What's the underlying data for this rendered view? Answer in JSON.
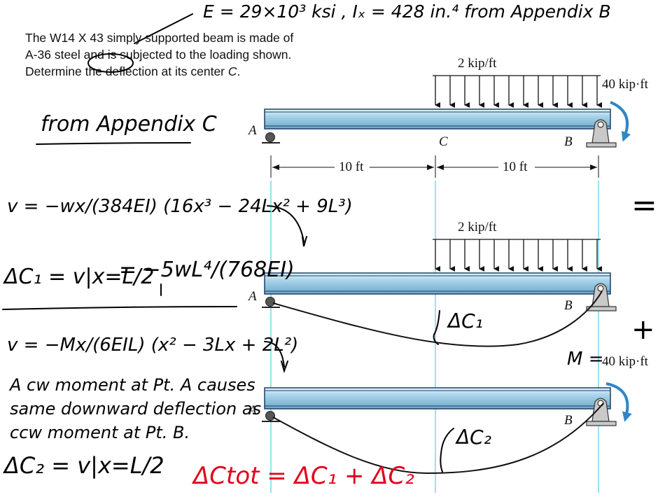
{
  "problem": {
    "line1": "The W14 X 43 simply supported beam is made of",
    "line2": "A-36 steel and is subjected to the loading shown.",
    "line3_prefix": "Determine the deflection at its center ",
    "line3_var": "C",
    "line3_suffix": "."
  },
  "handnotes": {
    "properties": "E = 29×10³ ksi , Iₓ = 428 in.⁴ from Appendix B",
    "appendix_c": "from Appendix C",
    "v_uniform": "v = −wx/(384EI) (16x³ − 24Lx² + 9L³)",
    "dc1_eval": "ΔC₁ = v|x=L/2",
    "dc1_result": "= −5wL⁴/(768EI)",
    "v_moment": "v = −Mx/(6EIL) (x² − 3Lx + 2L²)",
    "note1": "A cw moment at Pt. A causes",
    "note2": "same downward deflection as",
    "note3": "ccw moment at Pt. B.",
    "dc2_eval": "ΔC₂ = v|x=L/2",
    "equals_sign": "=",
    "plus_sign": "+",
    "m_equals": "M =",
    "dc1_label": "ΔC₁",
    "dc2_label": "ΔC₂",
    "total": "ΔCtot = ΔC₁ + ΔC₂"
  },
  "figure": {
    "load": "2 kip/ft",
    "moment": "40 kip·ft",
    "point_a": "A",
    "point_b": "B",
    "point_c": "C",
    "span_left": "10 ft",
    "span_right": "10 ft"
  },
  "colors": {
    "beam_fill": "#a9d4ea",
    "beam_edge": "#1b3f66",
    "moment_arrow": "#2f86c8",
    "guide_line": "#33c6d9",
    "total_red": "#e2001a"
  }
}
